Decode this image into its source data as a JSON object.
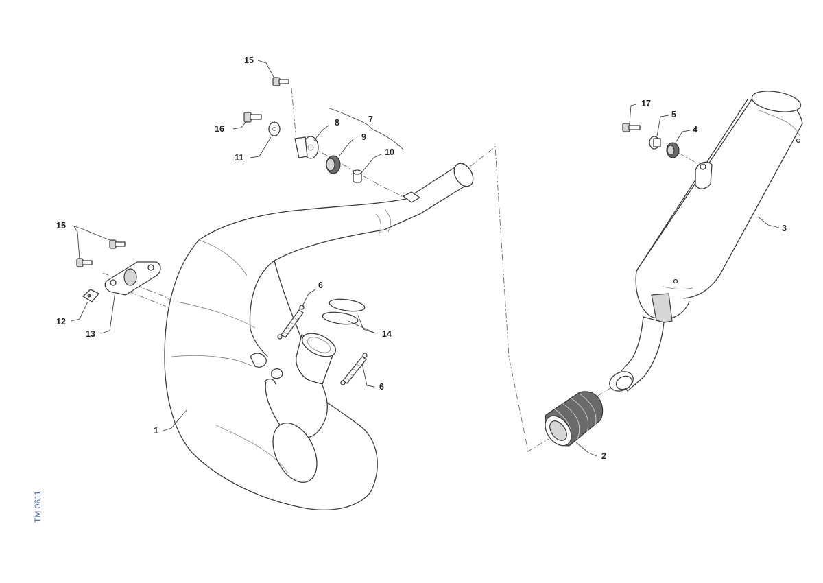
{
  "drawing_code": "TM 0611",
  "callouts": {
    "c1": "1",
    "c2": "2",
    "c3": "3",
    "c4": "4",
    "c5": "5",
    "c6a": "6",
    "c6b": "6",
    "c7": "7",
    "c8": "8",
    "c9": "9",
    "c10": "10",
    "c11": "11",
    "c12": "12",
    "c13": "13",
    "c14": "14",
    "c15a": "15",
    "c15b": "15",
    "c16": "16",
    "c17": "17"
  }
}
